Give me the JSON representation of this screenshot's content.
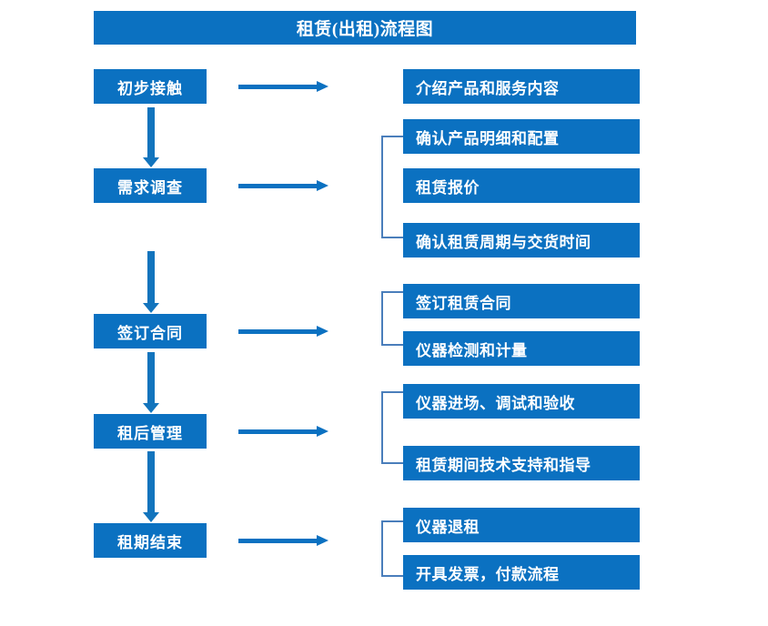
{
  "diagram": {
    "title": "租赁(出租)流程图",
    "colors": {
      "box_blue": "#0b71c1",
      "arrow_blue": "#1274bd",
      "bracket_blue": "#4a7ebb",
      "text_white": "#ffffff",
      "background": "#ffffff"
    },
    "stages": [
      {
        "label": "初步接触"
      },
      {
        "label": "需求调查"
      },
      {
        "label": "签订合同"
      },
      {
        "label": "租后管理"
      },
      {
        "label": "租期结束"
      }
    ],
    "details": [
      {
        "label": "介绍产品和服务内容"
      },
      {
        "label": "确认产品明细和配置"
      },
      {
        "label": "租赁报价"
      },
      {
        "label": "确认租赁周期与交货时间"
      },
      {
        "label": "签订租赁合同"
      },
      {
        "label": "仪器检测和计量"
      },
      {
        "label": "仪器进场、调试和验收"
      },
      {
        "label": "租赁期间技术支持和指导"
      },
      {
        "label": "仪器退租"
      },
      {
        "label": "开具发票，付款流程"
      }
    ]
  }
}
